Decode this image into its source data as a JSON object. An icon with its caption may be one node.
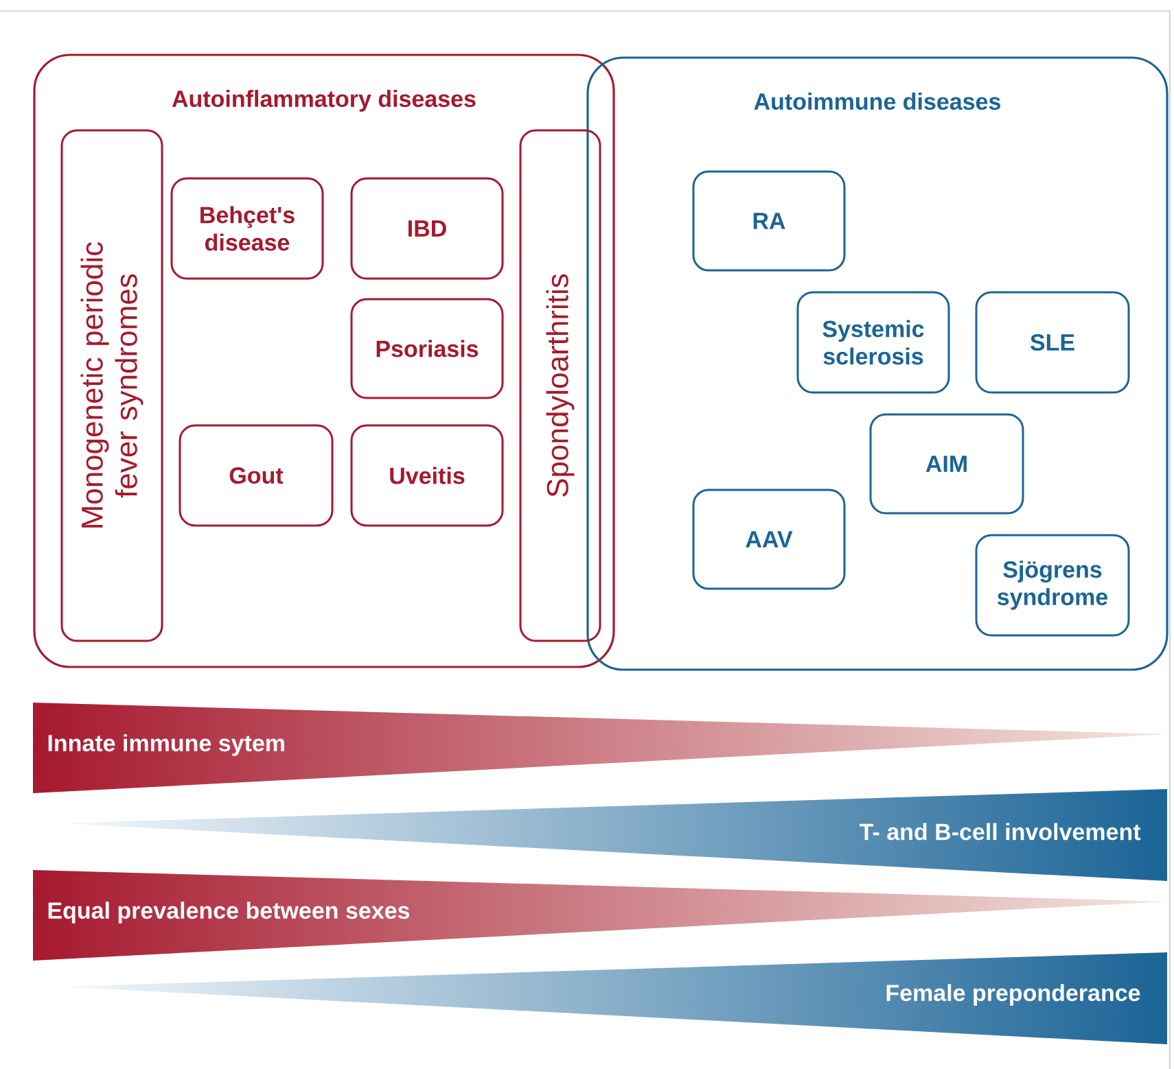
{
  "diagram": {
    "nodes": [
      {
        "text": [
          "Autoinflammatory diseases"
        ]
      },
      {
        "text": [
          "Autoimmune diseases"
        ]
      },
      {
        "text": [
          "Monogenetic periodic fever syndromes"
        ],
        "in": 0
      },
      {
        "text": [
          "Behçet's disease"
        ],
        "in": 0
      },
      {
        "text": [
          "IBD"
        ],
        "in": 0
      },
      {
        "text": [
          "Psoriasis"
        ],
        "in": 0
      },
      {
        "text": [
          "Gout"
        ],
        "in": 0
      },
      {
        "text": [
          "Uveitis"
        ],
        "in": 0
      },
      {
        "text": [
          "Spondyloarthritis"
        ],
        "in": 0
      },
      {
        "text": [
          "RA"
        ],
        "in": 1
      },
      {
        "text": [
          "Systemic sclerosis"
        ],
        "in": 1
      },
      {
        "text": [
          "SLE"
        ],
        "in": 1
      },
      {
        "text": [
          "AIM"
        ],
        "in": 1
      },
      {
        "text": [
          "AAV"
        ],
        "in": 1
      },
      {
        "text": [
          "Sjögrens syndrome"
        ],
        "in": 1
      },
      {
        "text": [
          "Innate immune sytem"
        ]
      },
      {
        "text": [
          "T- and B-cell involvement"
        ]
      },
      {
        "text": [
          "Equal prevalence between sexes"
        ]
      },
      {
        "text": [
          "Female preponderance"
        ]
      }
    ]
  }
}
